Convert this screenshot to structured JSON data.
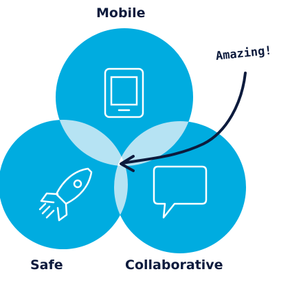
{
  "diagram": {
    "type": "venn",
    "circles": [
      {
        "label": "Mobile",
        "icon": "tablet-icon"
      },
      {
        "label": "Safe",
        "icon": "rocket-icon"
      },
      {
        "label": "Collaborative",
        "icon": "speech-bubble-icon"
      }
    ],
    "annotation": {
      "text": "Amazing!",
      "points_to": "center-intersection"
    }
  },
  "colors": {
    "circle": "#00ace0",
    "overlap": "#b6e3f3",
    "icon": "#ffffff",
    "text": "#0d1b3d"
  }
}
